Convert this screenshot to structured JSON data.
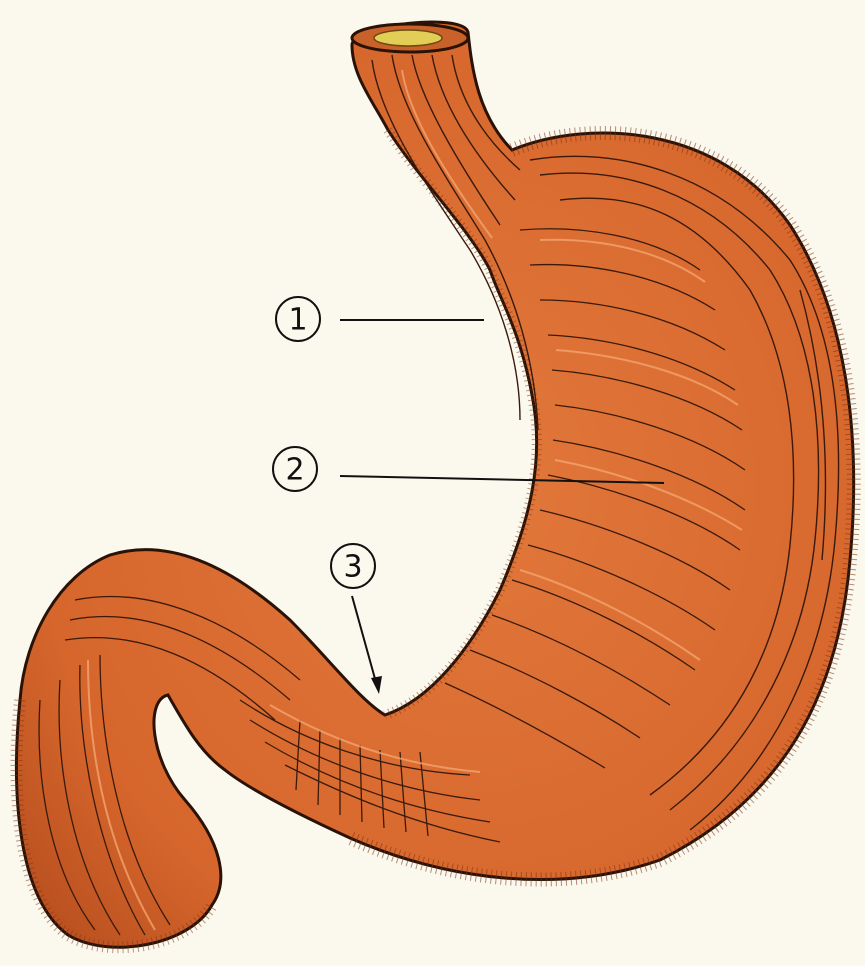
{
  "diagram": {
    "subject": "stomach-muscle-layers-illustration",
    "colors": {
      "background": "#fbf8ee",
      "muscle_fill": "#d8692d",
      "muscle_shade": "#b9501f",
      "fiber_line": "#3a1a0c",
      "fiber_highlight": "#f3a46f",
      "lumen": "#e2cd57",
      "outline": "#2a1206",
      "leader": "#111111"
    },
    "callouts": [
      {
        "id": "1",
        "label": "1"
      },
      {
        "id": "2",
        "label": "2"
      },
      {
        "id": "3",
        "label": "3"
      }
    ]
  }
}
